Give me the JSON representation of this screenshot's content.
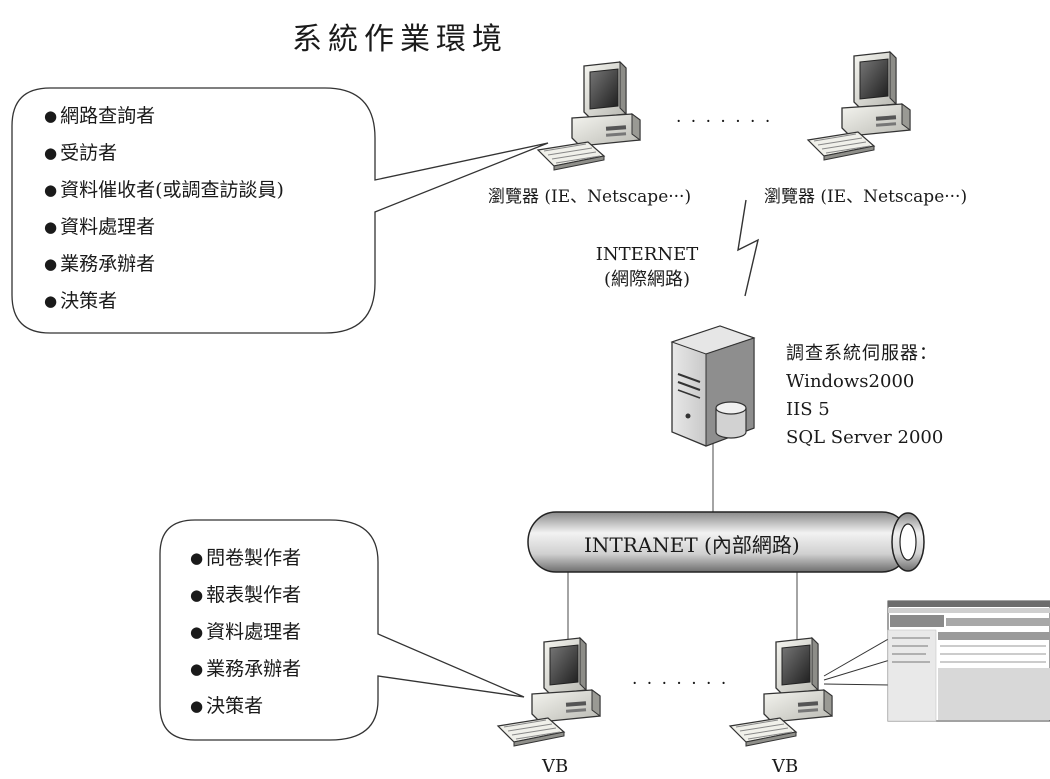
{
  "title": "系統作業環境",
  "top_users": {
    "items": [
      "網路查詢者",
      "受訪者",
      "資料催收者(或調查訪談員)",
      "資料處理者",
      "業務承辦者",
      "決策者"
    ]
  },
  "bottom_users": {
    "items": [
      "問卷製作者",
      "報表製作者",
      "資料處理者",
      "業務承辦者",
      "決策者"
    ]
  },
  "browser_left": {
    "caption": "瀏覽器 (IE、Netscape···)"
  },
  "browser_right": {
    "caption": "瀏覽器 (IE、Netscape···)"
  },
  "internet": {
    "line1": "INTERNET",
    "line2": "(網際網路)"
  },
  "server": {
    "title": "調查系統伺服器：",
    "os": "Windows2000",
    "web": "IIS 5",
    "db": "SQL Server 2000"
  },
  "intranet": {
    "label": "INTRANET (內部網路)"
  },
  "vb_left": {
    "caption": "VB"
  },
  "vb_right": {
    "caption": "VB"
  },
  "dots": "· · · · · · ·"
}
